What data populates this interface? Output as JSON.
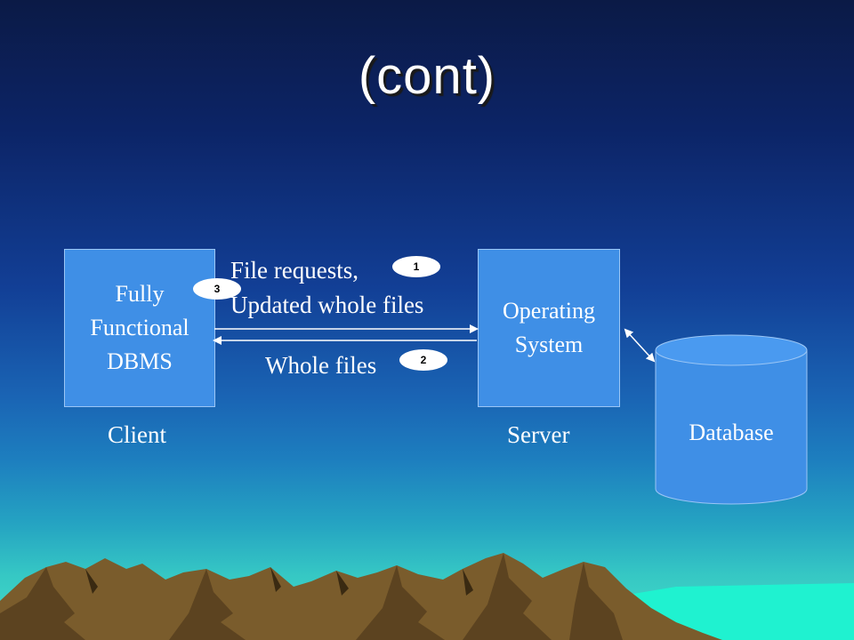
{
  "slide": {
    "title": "(cont)"
  },
  "diagram": {
    "client_box": {
      "lines": [
        "Fully",
        "Functional",
        "DBMS"
      ]
    },
    "server_box": {
      "lines": [
        "Operating",
        "System"
      ]
    },
    "client_label": "Client",
    "server_label": "Server",
    "database_label": "Database",
    "request_label_line1": "File requests,",
    "request_label_line2": "Updated whole files",
    "response_label": "Whole files",
    "steps": {
      "request": "1",
      "response": "2",
      "update": "3"
    }
  },
  "colors": {
    "box_fill": "#3f8fe6",
    "badge_fill": "#ffffff",
    "arrow": "#ffffff"
  }
}
